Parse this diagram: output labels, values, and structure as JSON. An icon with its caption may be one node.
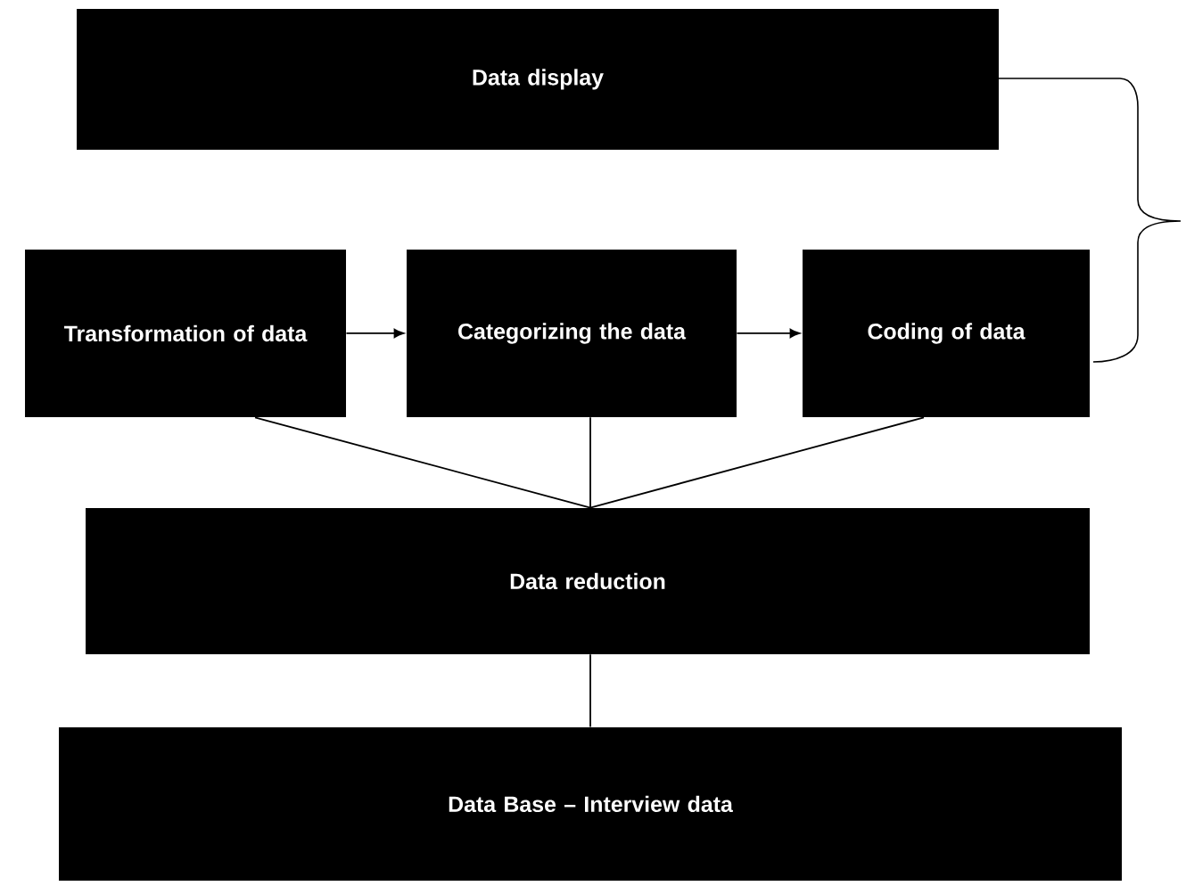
{
  "diagram": {
    "nodes": [
      {
        "text": [
          "Data display"
        ]
      },
      {
        "text": [
          "Transformation of data"
        ]
      },
      {
        "text": [
          "Categorizing the data"
        ]
      },
      {
        "text": [
          "Coding of data"
        ]
      },
      {
        "text": [
          "Data reduction"
        ]
      },
      {
        "text": [
          "Data Base – Interview data"
        ]
      }
    ],
    "edges": [
      {
        "from": 1,
        "to": 2,
        "arrow": "to"
      },
      {
        "from": 2,
        "to": 3,
        "arrow": "to"
      },
      {
        "from": 1,
        "to": 4,
        "arrow": "none"
      },
      {
        "from": 2,
        "to": 4,
        "arrow": "none"
      },
      {
        "from": 3,
        "to": 4,
        "arrow": "none"
      },
      {
        "from": 4,
        "to": 5,
        "arrow": "none"
      }
    ]
  }
}
